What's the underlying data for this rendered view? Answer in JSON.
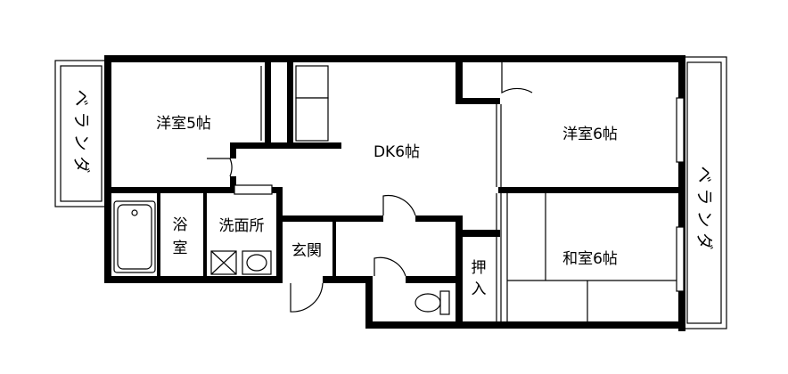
{
  "rooms": {
    "western_5": "洋室5帖",
    "dk": "DK6帖",
    "western_6": "洋室6帖",
    "japanese_6": "和室6帖",
    "bath_top": "浴",
    "bath_bottom": "室",
    "washroom": "洗面所",
    "entrance": "玄関",
    "closet_top": "押",
    "closet_bottom": "入"
  },
  "verandas": {
    "left": [
      "ベ",
      "ラ",
      "ン",
      "ダ"
    ],
    "right": [
      "ベ",
      "ラ",
      "ン",
      "ダ"
    ]
  }
}
